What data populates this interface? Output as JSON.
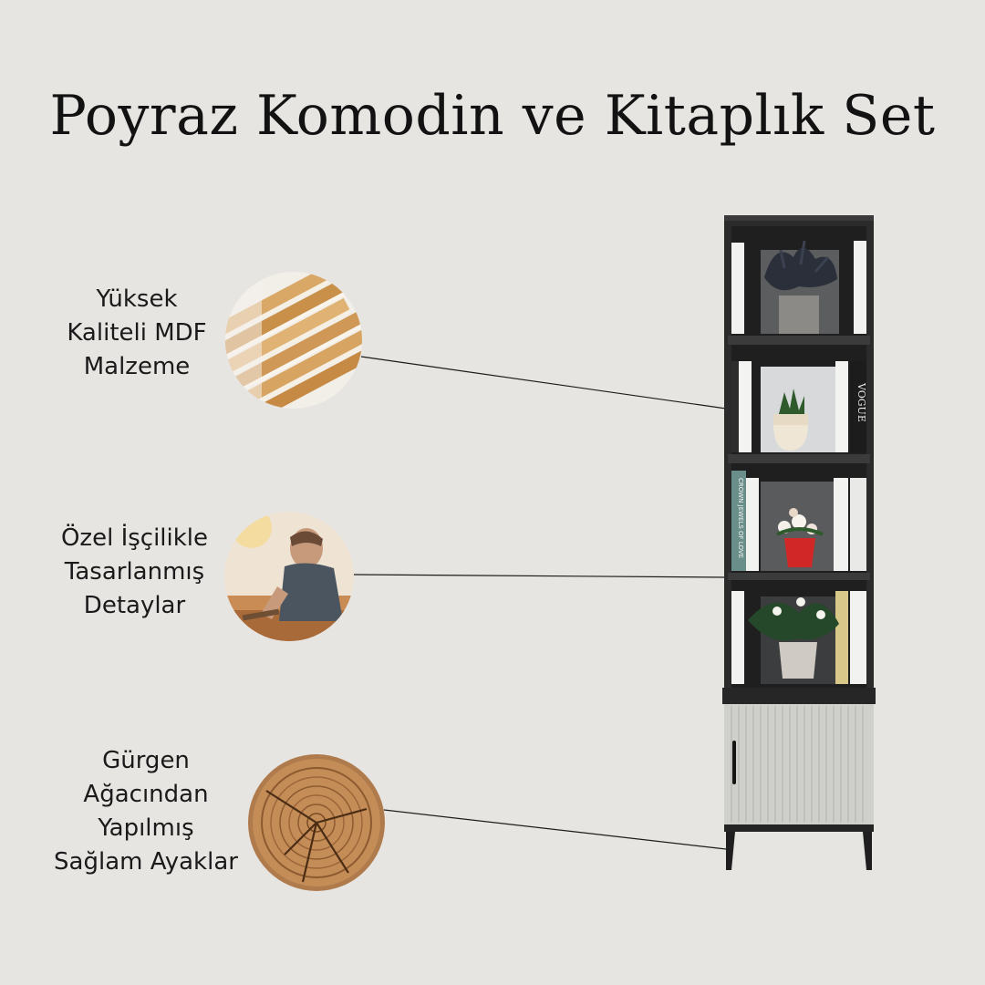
{
  "page": {
    "title": "Poyraz Komodin ve Kitaplık Set"
  },
  "features": [
    {
      "label": "Yüksek\nKaliteli MDF\nMalzeme",
      "icon": "mdf-boards-photo"
    },
    {
      "label": "Özel İşçilikle\nTasarlanmış\nDetaylar",
      "icon": "craftsman-photo"
    },
    {
      "label": "Gürgen\nAğacından\nYapılmış\nSağlam Ayaklar",
      "icon": "wood-log-photo"
    }
  ],
  "product": {
    "icon": "bookshelf-cabinet-photo",
    "book_spines": [
      "VOGUE",
      "CROWN JEWELS OF LOVE"
    ]
  },
  "colors": {
    "background": "#e7e5e2",
    "shelf_frame": "#2b2b2c",
    "cabinet_door": "#cfd0cc"
  }
}
